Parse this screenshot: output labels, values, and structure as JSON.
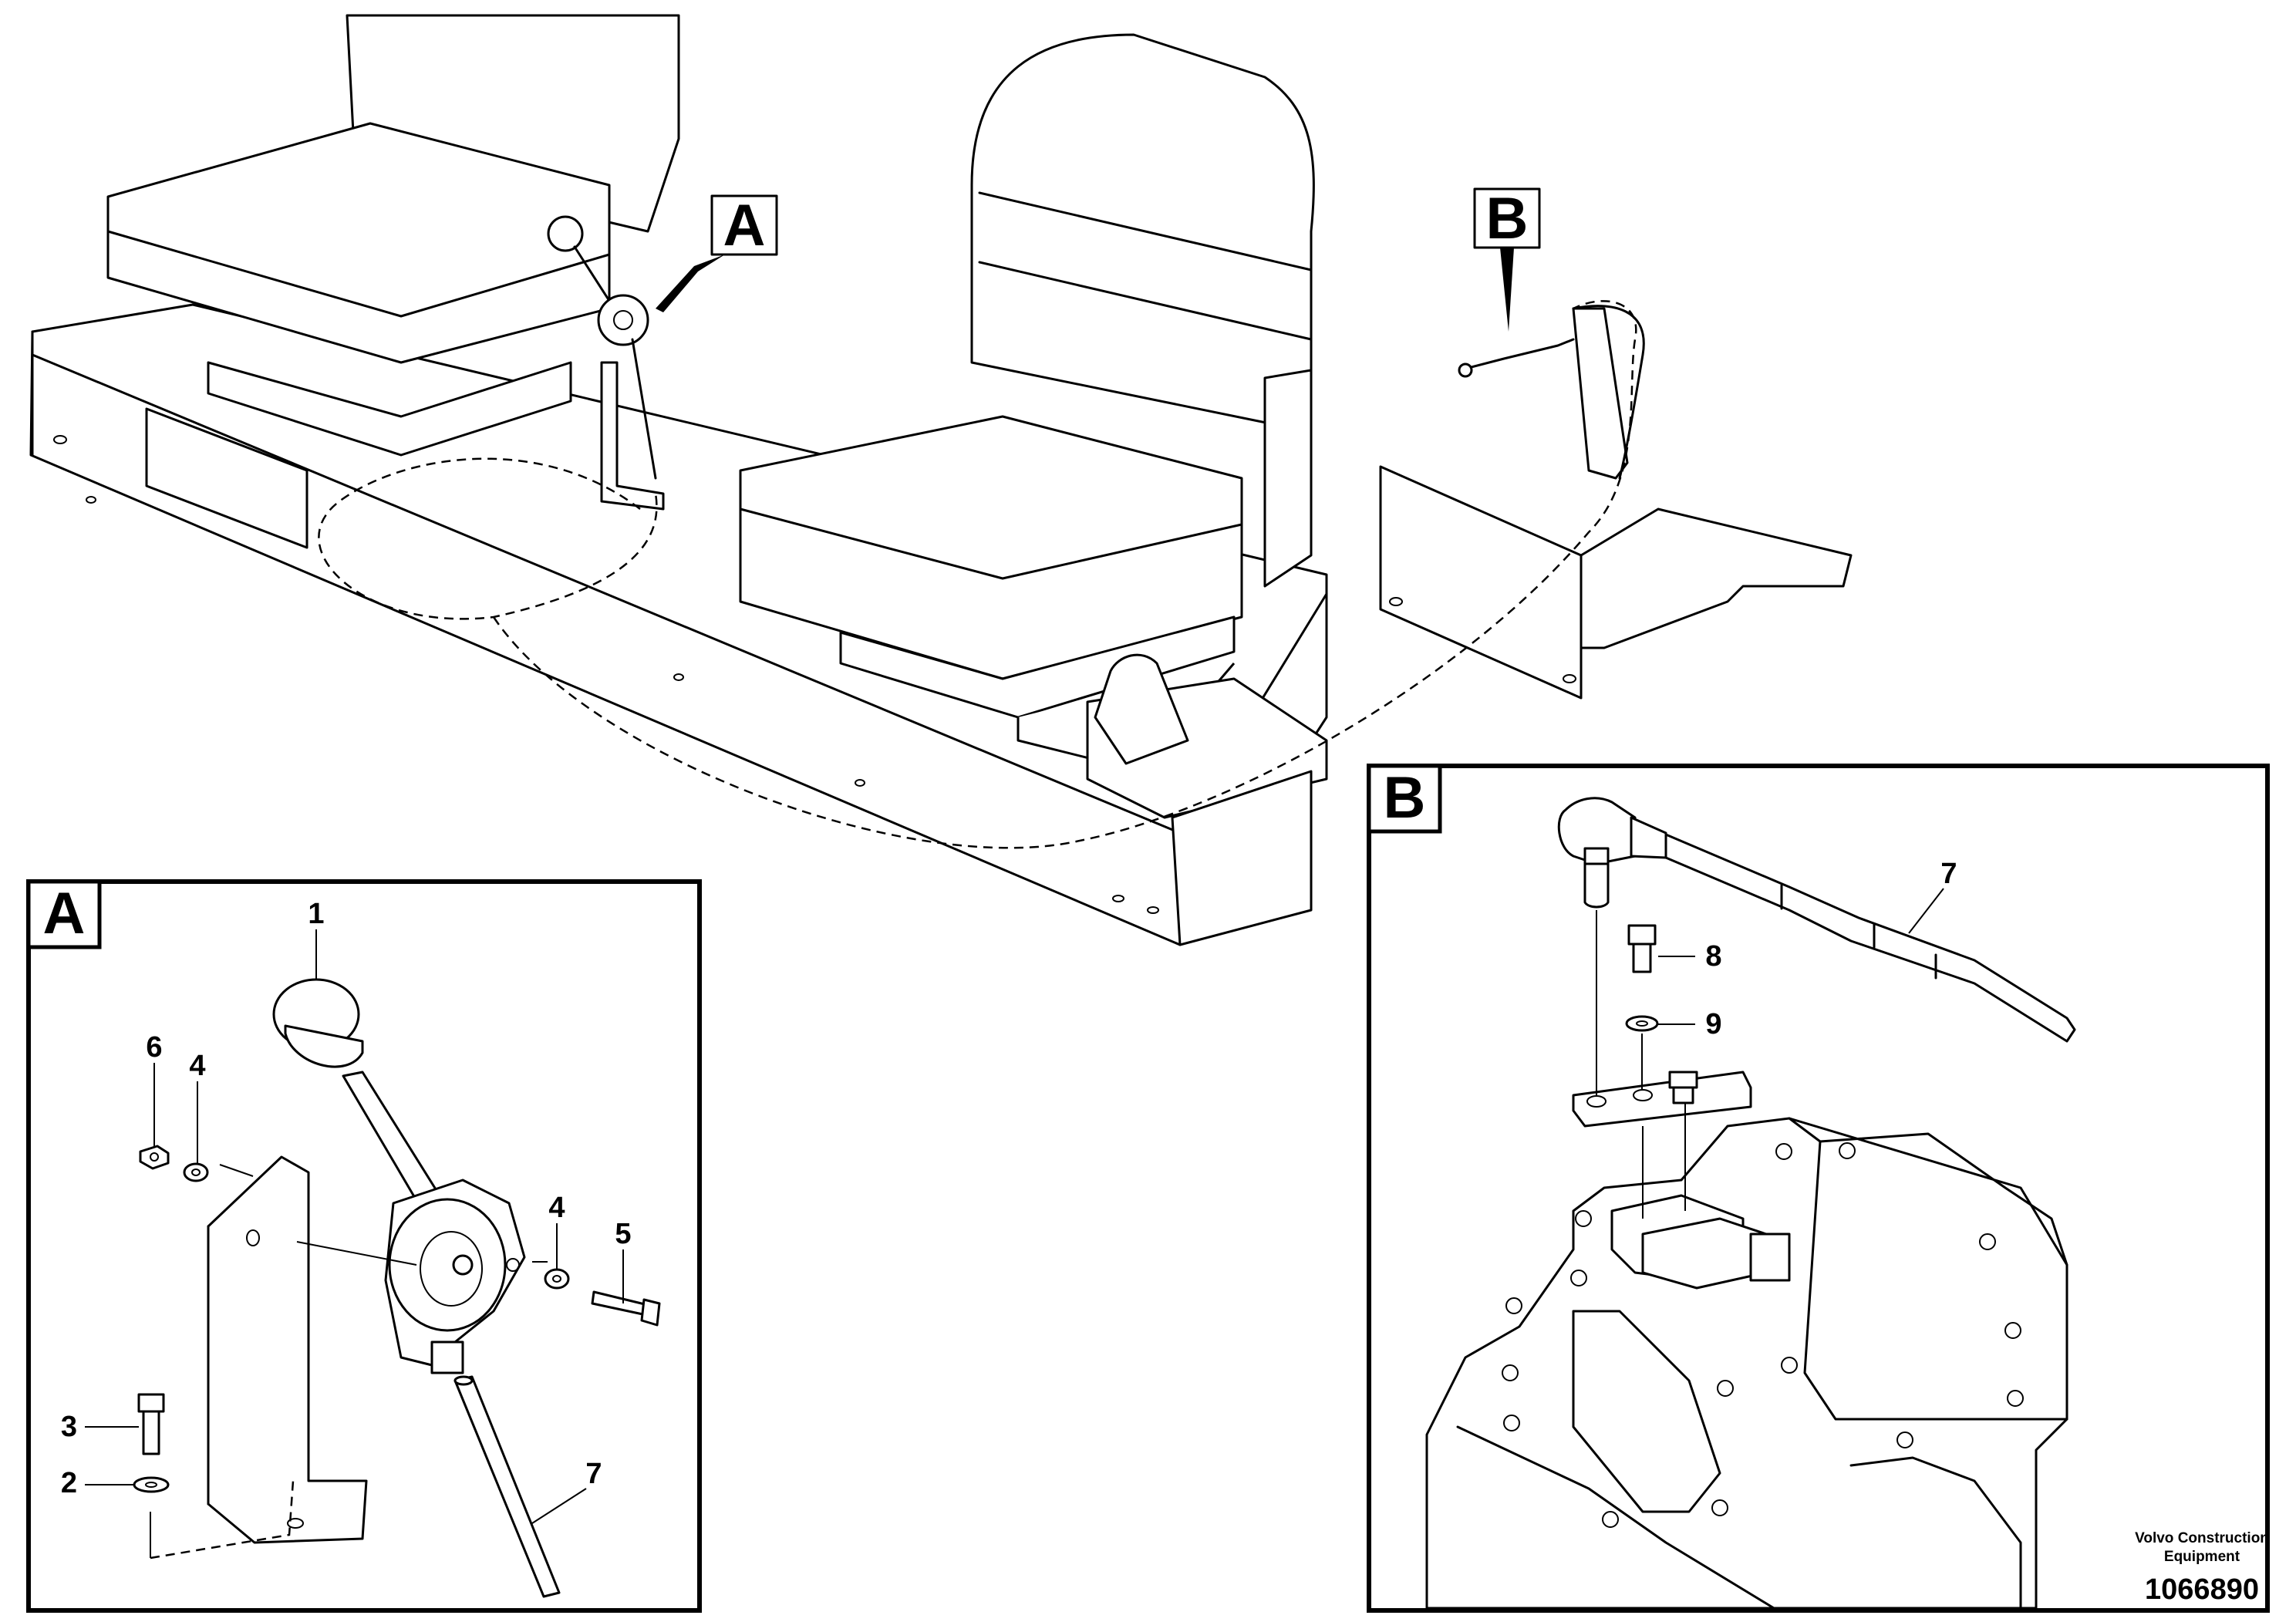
{
  "view_labels": {
    "a": "A",
    "b": "B"
  },
  "detail_a": {
    "label": "A",
    "callouts": {
      "c1": "1",
      "c2": "2",
      "c3": "3",
      "c4_left": "4",
      "c4_right": "4",
      "c5": "5",
      "c6": "6",
      "c7": "7"
    }
  },
  "detail_b": {
    "label": "B",
    "callouts": {
      "c7": "7",
      "c8": "8",
      "c9": "9"
    }
  },
  "footer": {
    "company_line1": "Volvo Construction",
    "company_line2": "Equipment",
    "doc_number": "1066890"
  }
}
